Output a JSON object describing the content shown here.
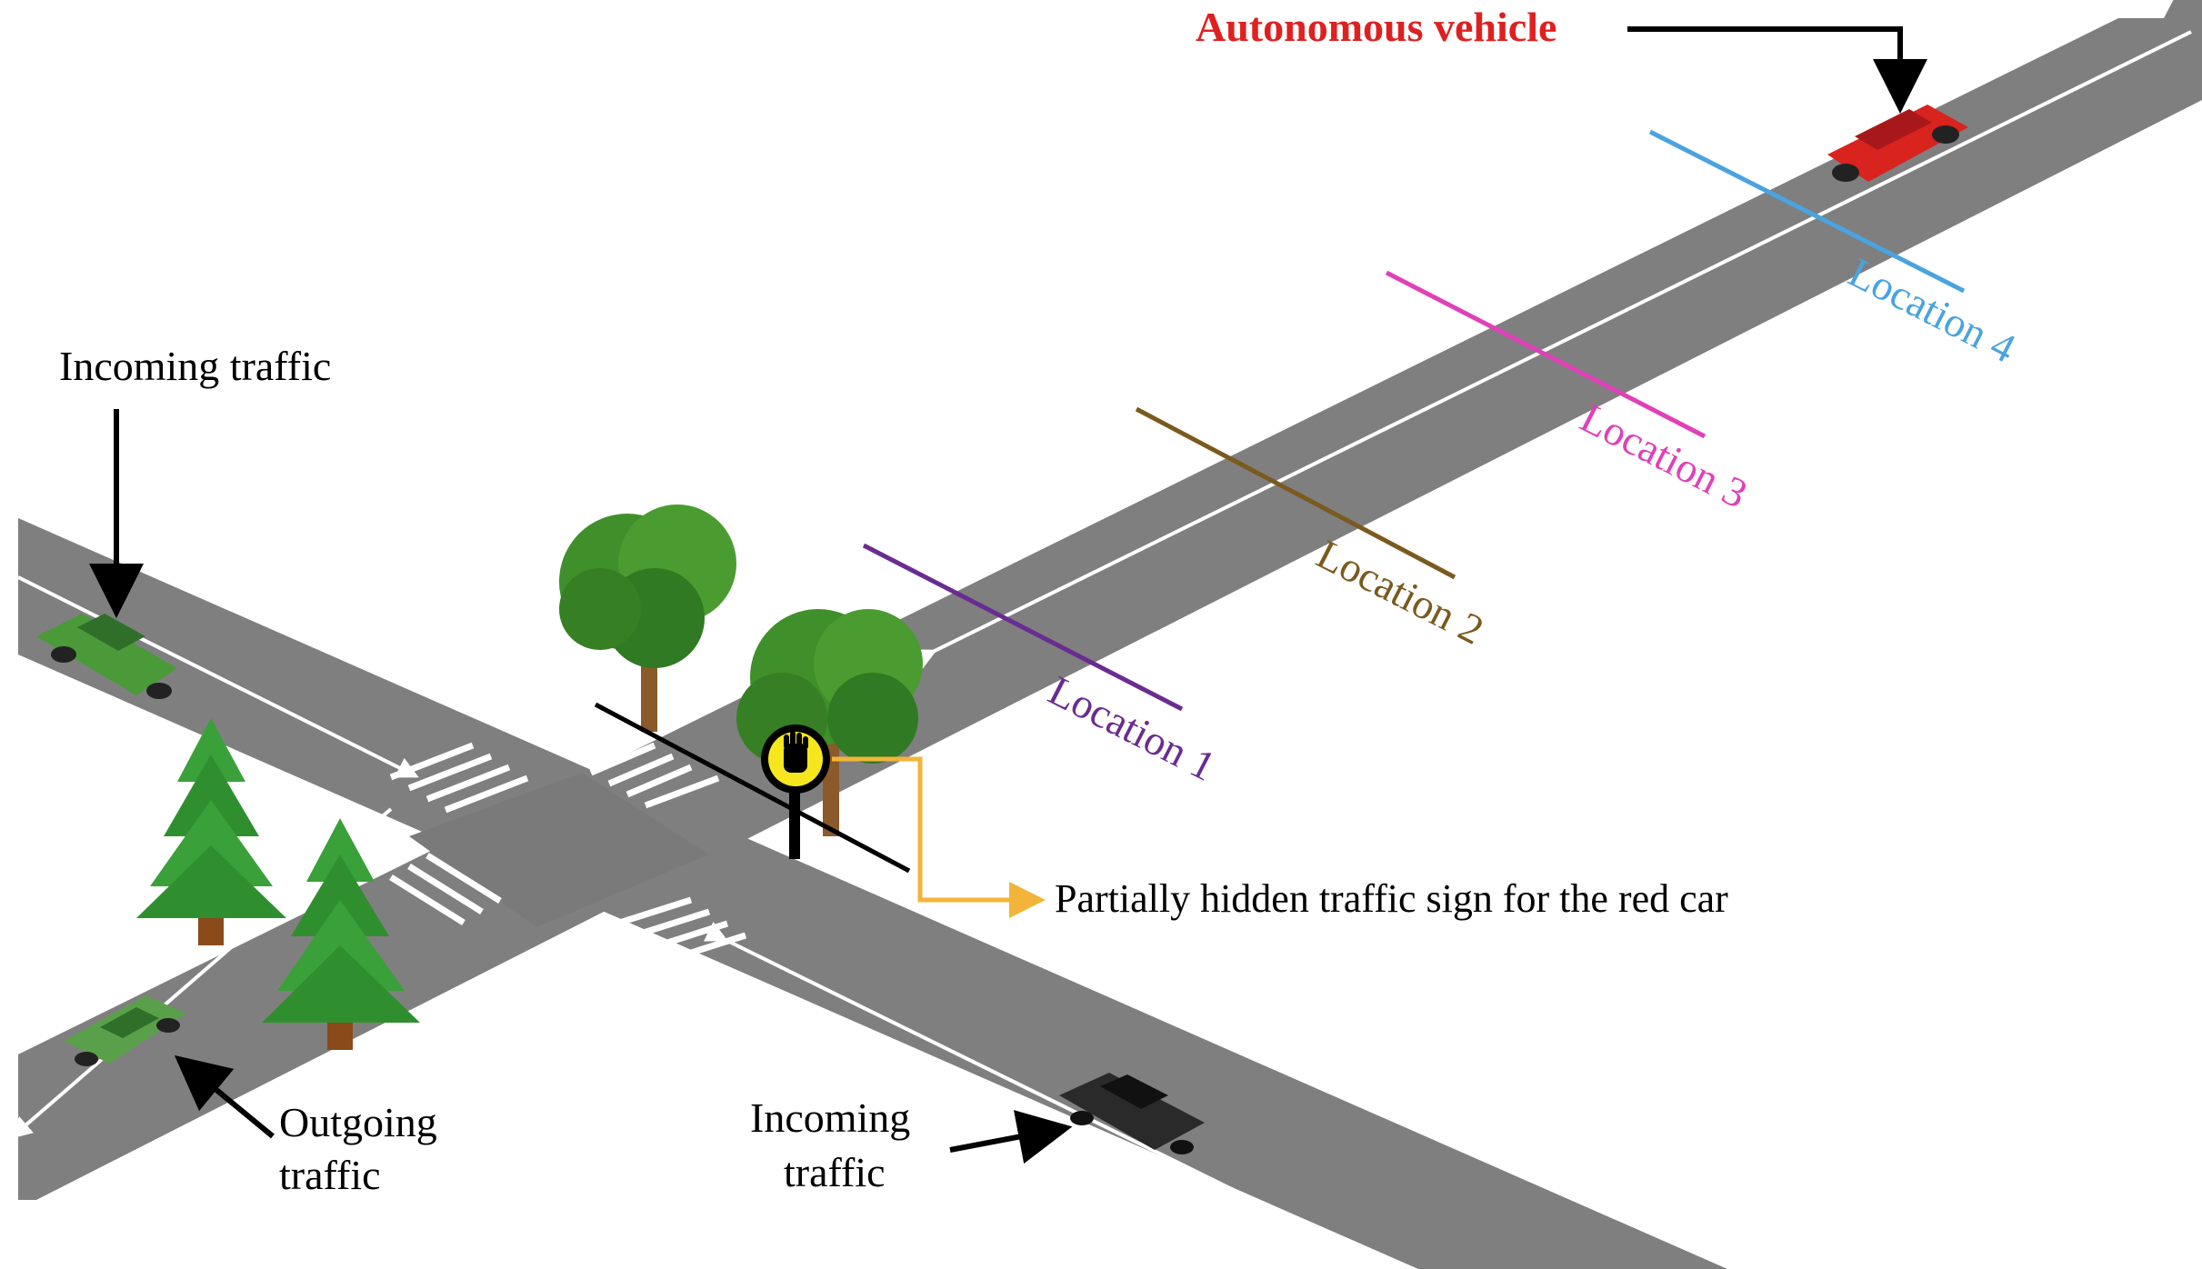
{
  "labels": {
    "autonomous_vehicle": "Autonomous vehicle",
    "incoming_traffic_left": "Incoming traffic",
    "outgoing_traffic_line1": "Outgoing",
    "outgoing_traffic_line2": "traffic",
    "incoming_traffic_bottom_line1": "Incoming",
    "incoming_traffic_bottom_line2": "traffic",
    "hidden_sign": "Partially hidden traffic sign for the red car"
  },
  "locations": [
    {
      "label": "Location 1",
      "color": "#6a2c91"
    },
    {
      "label": "Location 2",
      "color": "#7a5a1e"
    },
    {
      "label": "Location 3",
      "color": "#e040b8"
    },
    {
      "label": "Location 4",
      "color": "#4aa3df"
    }
  ],
  "colors": {
    "road": "#7f7f7f",
    "autonomous_label": "#e02020",
    "sign_callout": "#f2b53a",
    "red_car": "#d8231f",
    "green_car": "#4a9a3a",
    "black_car": "#2a2a2a",
    "tree_leaf": "#3f8f2a",
    "pine": "#3aa03a"
  },
  "icons": {
    "traffic_sign": "stop-hand-icon"
  }
}
